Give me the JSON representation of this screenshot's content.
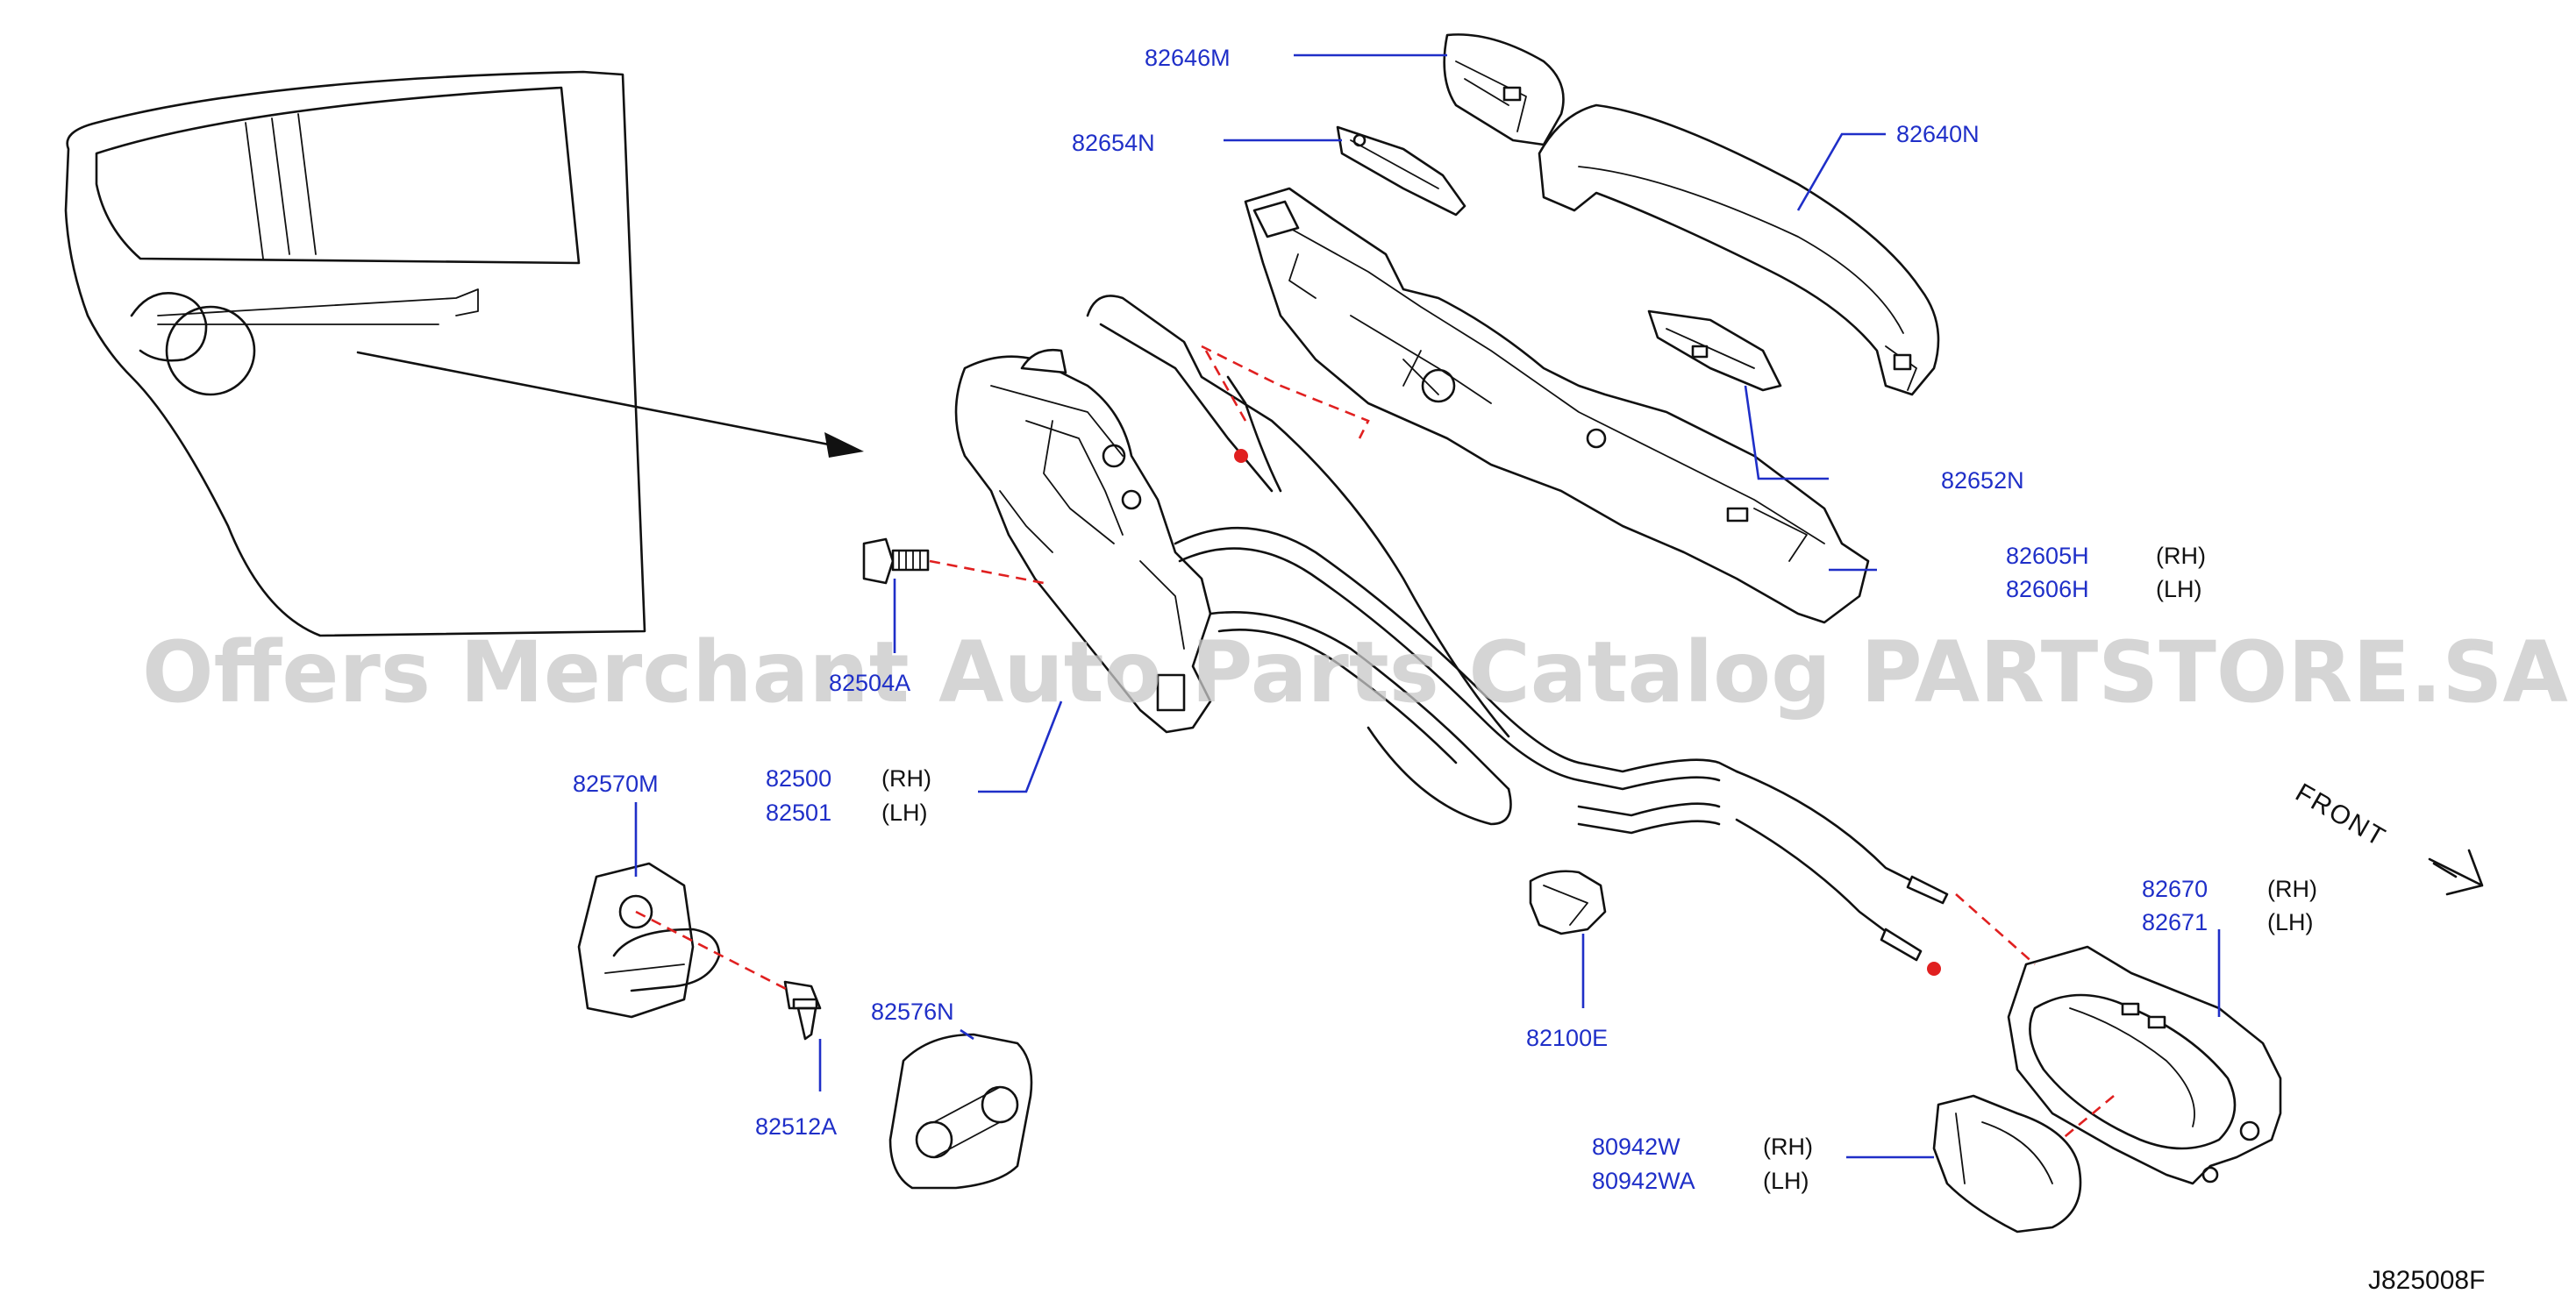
{
  "labels": {
    "p82646M": "82646M",
    "p82654N": "82654N",
    "p82640N": "82640N",
    "p82652N": "82652N",
    "p82605H": "82605H",
    "p82606H": "82606H",
    "p82504": "82504A",
    "p82500": "82500",
    "p82501": "82501",
    "p82570M": "82570M",
    "p82576N": "82576N",
    "p82512A": "82512A",
    "p82100E": "82100E",
    "p82670": "82670",
    "p82671": "82671",
    "p80942W": "80942W",
    "p80942WA": "80942WA"
  },
  "sides": {
    "rh": "(RH)",
    "lh": "(LH)"
  },
  "front": "FRONT",
  "diagram_code": "J825008F",
  "watermark": "Offers Merchant Auto Parts Catalog PARTSTORE.SA",
  "colors": {
    "part_number": "#1f2fc8",
    "guide_dash": "#e02020",
    "line_art": "#111111",
    "watermark": "#c8c8c8"
  }
}
